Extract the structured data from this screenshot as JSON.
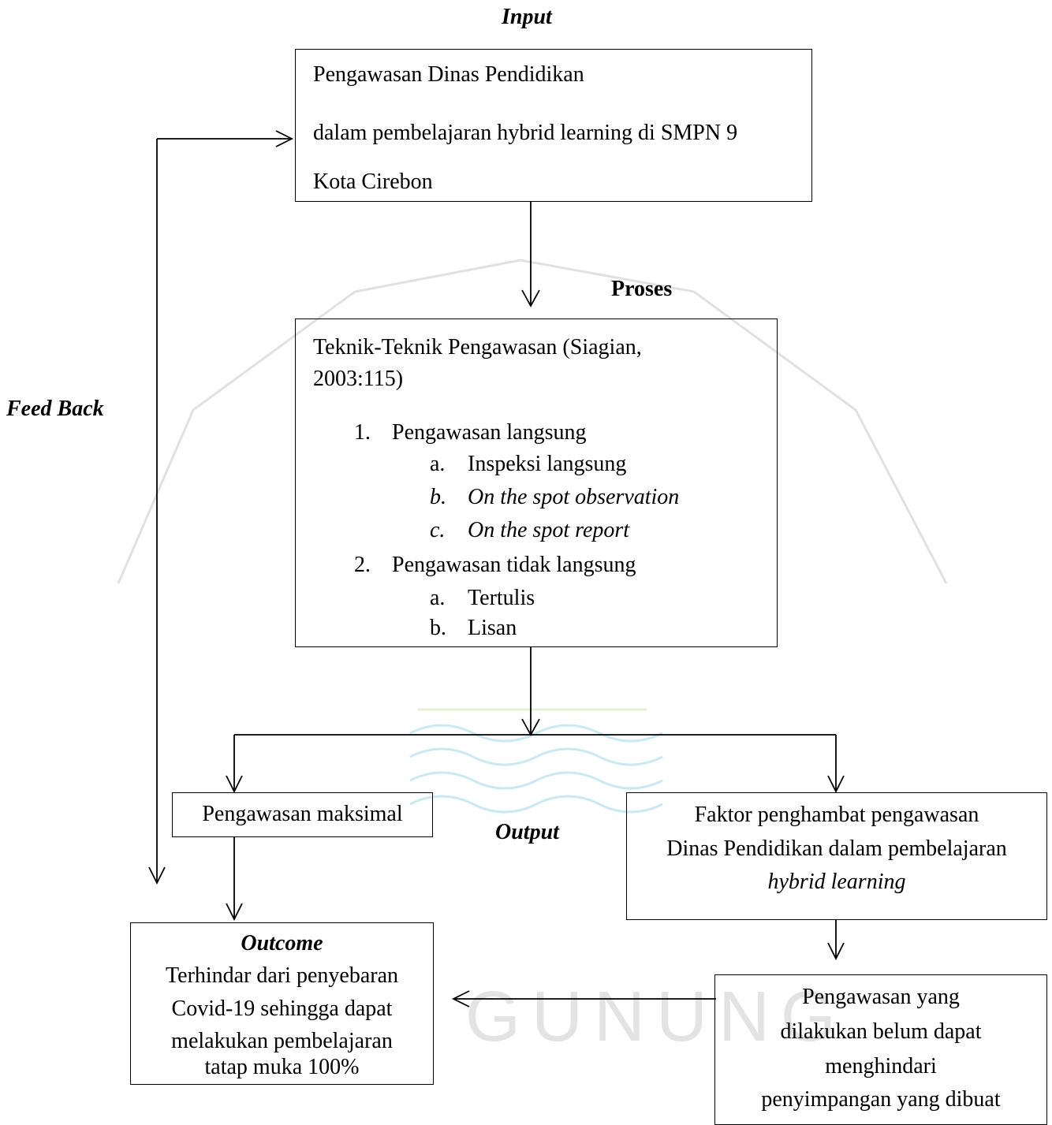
{
  "labels": {
    "input": "Input",
    "proses": "Proses",
    "feedback": "Feed Back",
    "output": "Output"
  },
  "input_box": {
    "line1": "Pengawasan Dinas Pendidikan",
    "line2": "dalam pembelajaran hybrid learning di SMPN 9",
    "line3": "Kota Cirebon"
  },
  "process_box": {
    "title_line1": "Teknik-Teknik Pengawasan (Siagian,",
    "title_line2": "2003:115)",
    "items": [
      {
        "marker": "1.",
        "text": "Pengawasan langsung"
      },
      {
        "marker": "a.",
        "text": "Inspeksi langsung"
      },
      {
        "marker": "b.",
        "text": "On the spot observation"
      },
      {
        "marker": "c.",
        "text": "On the spot report"
      },
      {
        "marker": "2.",
        "text": "Pengawasan tidak langsung"
      },
      {
        "marker": "a.",
        "text": "Tertulis"
      },
      {
        "marker": "b.",
        "text": "Lisan"
      }
    ]
  },
  "max_box": {
    "text": "Pengawasan maksimal"
  },
  "factor_box": {
    "line1": "Faktor penghambat pengawasan",
    "line2": "Dinas Pendidikan dalam pembelajaran",
    "line3": "hybrid learning"
  },
  "outcome_box": {
    "title": "Outcome",
    "line1": "Terhindar dari penyebaran",
    "line2": "Covid-19 sehingga dapat",
    "line3": "melakukan pembelajaran",
    "line4": "tatap muka 100%"
  },
  "deviation_box": {
    "line1": "Pengawasan yang",
    "line2": "dilakukan belum dapat",
    "line3": "menghindari",
    "line4": "penyimpangan yang dibuat"
  },
  "watermark_text": "GUNUNG"
}
